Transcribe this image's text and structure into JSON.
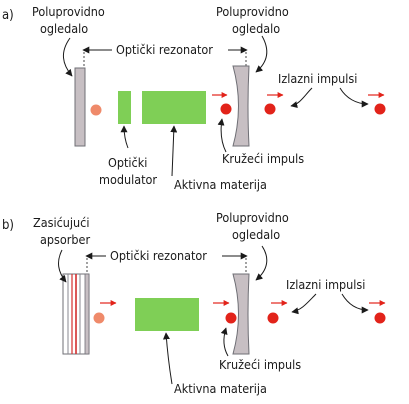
{
  "panel_a": {
    "letter": "a)",
    "mirror_left": [
      "Poluprovidno",
      "ogledalo"
    ],
    "mirror_right": [
      "Poluprovidno",
      "ogledalo"
    ],
    "resonator": "Optički rezonator",
    "output": "Izlazni impulsi",
    "modulator": [
      "Optički",
      "modulator"
    ],
    "circulating": "Kružeći impuls",
    "medium": "Aktivna materija"
  },
  "panel_b": {
    "letter": "b)",
    "absorber": [
      "Zasićujući",
      "apsorber"
    ],
    "mirror_right": [
      "Poluprovidno",
      "ogledalo"
    ],
    "resonator": "Optički rezonator",
    "output": "Izlazni impulsi",
    "circulating": "Kružeći impuls",
    "medium": "Aktivna materija"
  },
  "colors": {
    "mirror_fill": "#c7bfc3",
    "mirror_stroke": "#6f6f75",
    "medium_green": "#7fcf56",
    "pulse_red": "#e2231a",
    "pulse_faint": "#ef8a6a",
    "absorber_line": "#d32f2f"
  }
}
